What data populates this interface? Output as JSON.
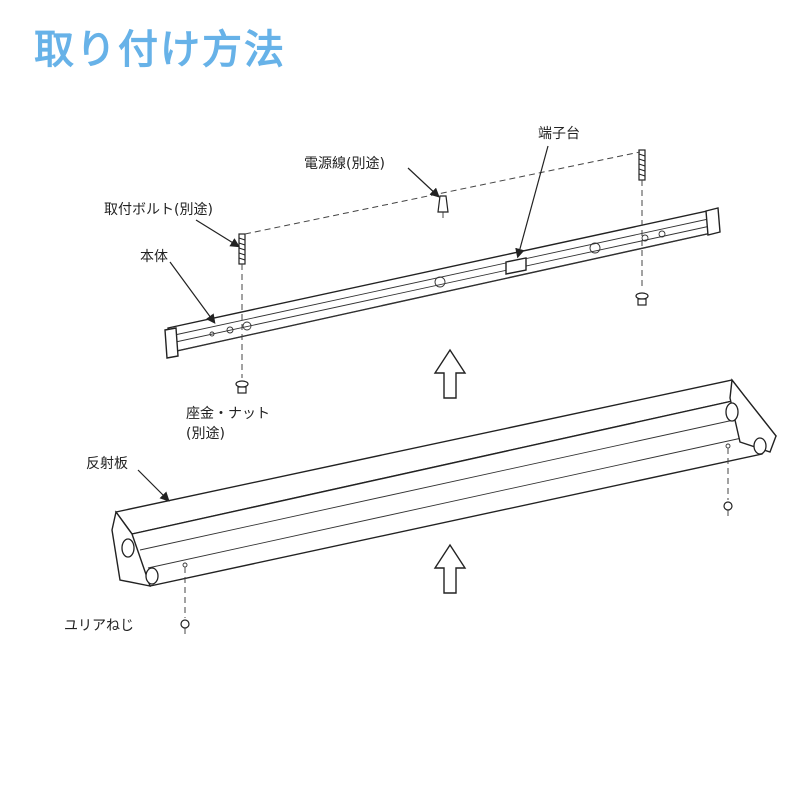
{
  "title": "取り付け方法",
  "labels": {
    "terminal_block": "端子台",
    "power_cable": "電源線(別途)",
    "mounting_bolt": "取付ボルト(別途)",
    "body": "本体",
    "washer_nut_line1": "座金・ナット",
    "washer_nut_line2": "(別途)",
    "reflector": "反射板",
    "urea_screw": "ユリアねじ"
  },
  "colors": {
    "title": "#67b2e8",
    "line": "#222222"
  }
}
